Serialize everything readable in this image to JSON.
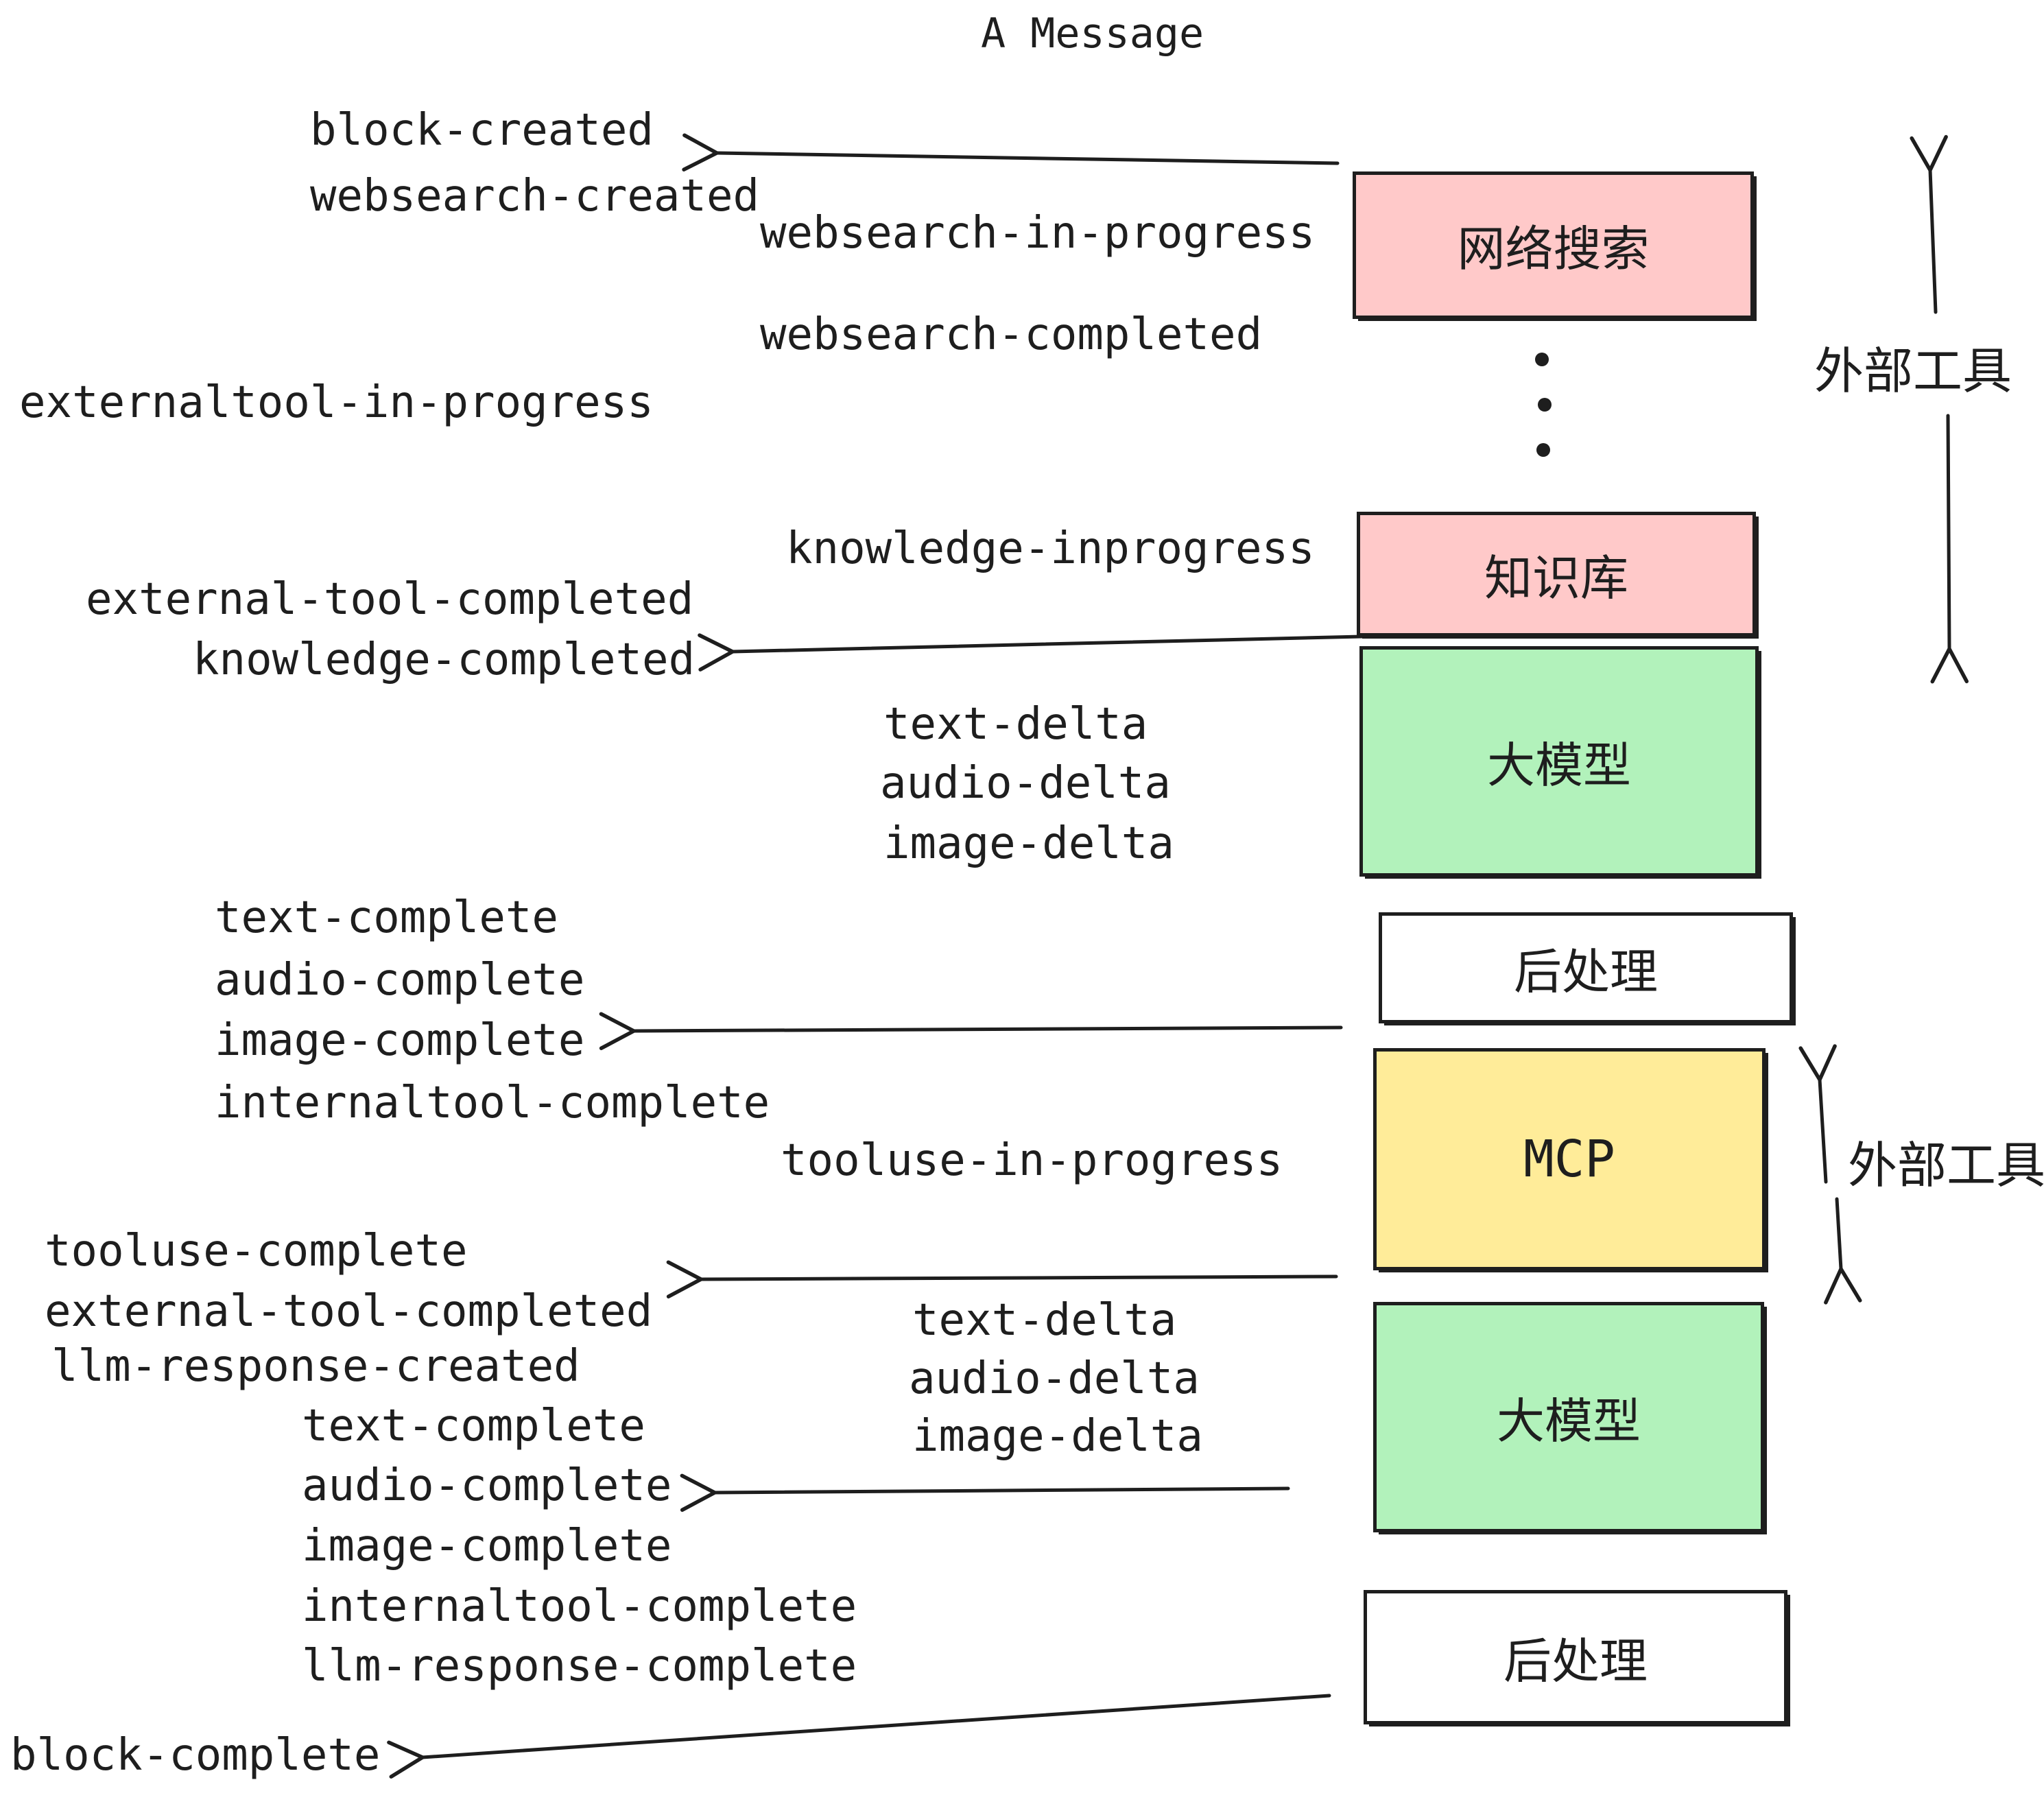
{
  "title": "A Message",
  "colors": {
    "stroke": "#1e1e1e",
    "pink_fill": "#ffc9c9",
    "green_fill": "#b2f2bb",
    "yellow_fill": "#ffec99",
    "white_fill": "#ffffff"
  },
  "boxes": {
    "websearch": "网络搜索",
    "knowledge": "知识库",
    "llm1": "大模型",
    "post1": "后处理",
    "mcp": "MCP",
    "llm2": "大模型",
    "post2": "后处理"
  },
  "side_labels": {
    "external_tools_top": "外部工具",
    "external_tools_mid": "外部工具"
  },
  "events": {
    "block_created": "block-created",
    "websearch_created": "websearch-created",
    "websearch_in_progress": "websearch-in-progress",
    "websearch_completed": "websearch-completed",
    "externaltool_in_progress": "externaltool-in-progress",
    "knowledge_inprogress": "knowledge-inprogress",
    "external_tool_completed": "external-tool-completed",
    "knowledge_completed": "knowledge-completed",
    "text_delta": "text-delta",
    "audio_delta": "audio-delta",
    "image_delta": "image-delta",
    "text_complete": "text-complete",
    "audio_complete": "audio-complete",
    "image_complete": "image-complete",
    "internaltool_complete": "internaltool-complete",
    "tooluse_in_progress": "tooluse-in-progress",
    "tooluse_complete": "tooluse-complete",
    "llm_response_created": "llm-response-created",
    "llm_response_complete": "llm-response-complete",
    "block_complete": "block-complete"
  }
}
